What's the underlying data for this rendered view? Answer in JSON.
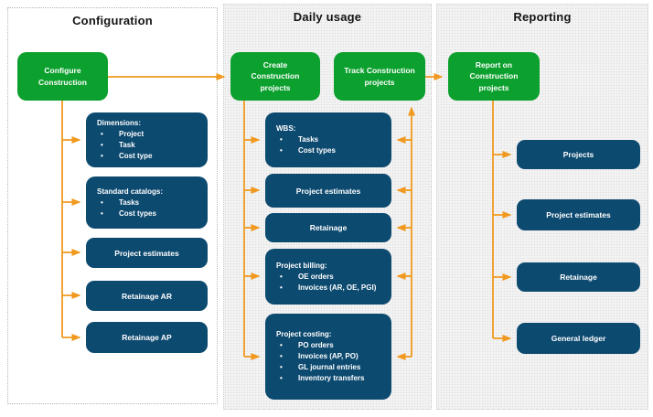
{
  "diagram": {
    "colors": {
      "green": "#0ca02e",
      "blue": "#0d4a70",
      "orange": "#f0991e"
    },
    "columns": [
      {
        "title": "Configuration",
        "boxes": {
          "configure": "Configure Construction",
          "dimensions": {
            "heading": "Dimensions:",
            "items": [
              "Project",
              "Task",
              "Cost type"
            ]
          },
          "catalogs": {
            "heading": "Standard catalogs:",
            "items": [
              "Tasks",
              "Cost types"
            ]
          },
          "estimates": "Project estimates",
          "retainage_ar": "Retainage AR",
          "retainage_ap": "Retainage AP"
        }
      },
      {
        "title": "Daily usage",
        "boxes": {
          "create": "Create Construction projects",
          "track": "Track Construction projects",
          "wbs": {
            "heading": "WBS:",
            "items": [
              "Tasks",
              "Cost types"
            ]
          },
          "estimates": "Project estimates",
          "retainage": "Retainage",
          "billing": {
            "heading": "Project billing:",
            "items": [
              "OE orders",
              "Invoices (AR, OE, PGI)"
            ]
          },
          "costing": {
            "heading": "Project costing:",
            "items": [
              "PO orders",
              "Invoices (AP, PO)",
              "GL journal entries",
              "Inventory transfers"
            ]
          }
        }
      },
      {
        "title": "Reporting",
        "boxes": {
          "report": "Report on Construction projects",
          "projects": "Projects",
          "estimates": "Project estimates",
          "retainage": "Retainage",
          "ledger": "General ledger"
        }
      }
    ]
  }
}
